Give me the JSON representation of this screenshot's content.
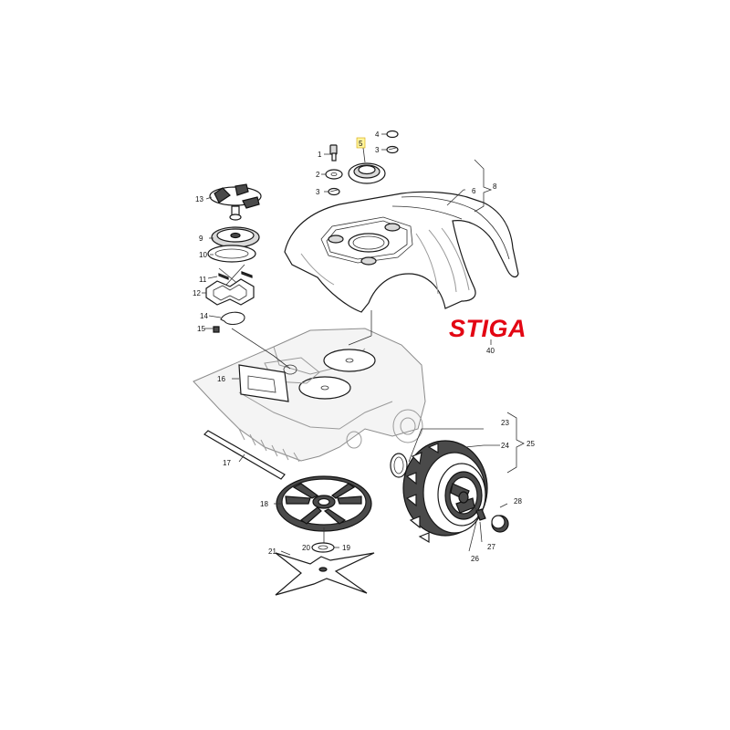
{
  "brand": {
    "text": "STIGA",
    "color": "#e30613"
  },
  "callouts": [
    {
      "id": "1",
      "text": "1"
    },
    {
      "id": "2",
      "text": "2"
    },
    {
      "id": "3a",
      "text": "3"
    },
    {
      "id": "3b",
      "text": "3"
    },
    {
      "id": "4",
      "text": "4"
    },
    {
      "id": "5",
      "text": "5",
      "highlighted": true
    },
    {
      "id": "6",
      "text": "6"
    },
    {
      "id": "8",
      "text": "8"
    },
    {
      "id": "9",
      "text": "9"
    },
    {
      "id": "10",
      "text": "10"
    },
    {
      "id": "11",
      "text": "11"
    },
    {
      "id": "12",
      "text": "12"
    },
    {
      "id": "13",
      "text": "13"
    },
    {
      "id": "14",
      "text": "14"
    },
    {
      "id": "15",
      "text": "15"
    },
    {
      "id": "16",
      "text": "16"
    },
    {
      "id": "17",
      "text": "17"
    },
    {
      "id": "18",
      "text": "18"
    },
    {
      "id": "19",
      "text": "19"
    },
    {
      "id": "20",
      "text": "20"
    },
    {
      "id": "21",
      "text": "21"
    },
    {
      "id": "23",
      "text": "23"
    },
    {
      "id": "24",
      "text": "24"
    },
    {
      "id": "25",
      "text": "25"
    },
    {
      "id": "26",
      "text": "26"
    },
    {
      "id": "27",
      "text": "27"
    },
    {
      "id": "28",
      "text": "28"
    },
    {
      "id": "40",
      "text": "40"
    }
  ],
  "highlight_color": "#fff59d"
}
